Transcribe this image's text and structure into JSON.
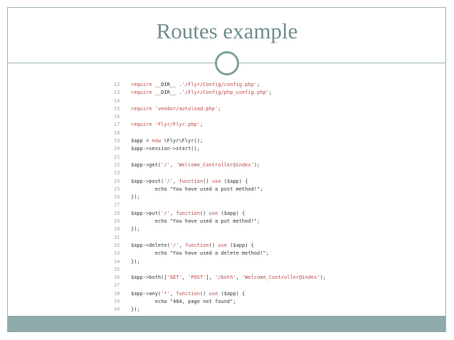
{
  "slide": {
    "title": "Routes example"
  },
  "code_lines": [
    {
      "n": "12",
      "parts": [
        [
          "kw",
          "require"
        ],
        [
          "txt",
          " __DIR__ ."
        ],
        [
          "kw",
          "'/Flyr/Config/config.php'"
        ],
        [
          "txt",
          ";"
        ]
      ]
    },
    {
      "n": "13",
      "parts": [
        [
          "kw",
          "require"
        ],
        [
          "txt",
          " __DIR__ ."
        ],
        [
          "kw",
          "'/Flyr/Config/php_config.php'"
        ],
        [
          "txt",
          ";"
        ]
      ]
    },
    {
      "n": "14",
      "parts": []
    },
    {
      "n": "15",
      "parts": [
        [
          "kw",
          "require"
        ],
        [
          "txt",
          " "
        ],
        [
          "kw",
          "'vendor/autoload.php'"
        ],
        [
          "txt",
          ";"
        ]
      ]
    },
    {
      "n": "16",
      "parts": []
    },
    {
      "n": "17",
      "parts": [
        [
          "kw",
          "require"
        ],
        [
          "txt",
          " "
        ],
        [
          "kw",
          "'Flyr/Flyr.php'"
        ],
        [
          "txt",
          ";"
        ]
      ]
    },
    {
      "n": "18",
      "parts": []
    },
    {
      "n": "19",
      "parts": [
        [
          "txt",
          "$app = "
        ],
        [
          "kw",
          "new"
        ],
        [
          "txt",
          " \\Flyr\\Flyr();"
        ]
      ]
    },
    {
      "n": "20",
      "parts": [
        [
          "txt",
          "$app->session->start();"
        ]
      ]
    },
    {
      "n": "21",
      "parts": []
    },
    {
      "n": "22",
      "parts": [
        [
          "txt",
          "$app->get("
        ],
        [
          "kw",
          "'/'"
        ],
        [
          "txt",
          ", "
        ],
        [
          "kw",
          "'Welcome_Controller@index'"
        ],
        [
          "txt",
          ");"
        ]
      ]
    },
    {
      "n": "23",
      "parts": []
    },
    {
      "n": "24",
      "parts": [
        [
          "txt",
          "$app->post("
        ],
        [
          "kw",
          "'/'"
        ],
        [
          "txt",
          ", "
        ],
        [
          "kw",
          "function"
        ],
        [
          "txt",
          "() "
        ],
        [
          "kw",
          "use"
        ],
        [
          "txt",
          " ($app) {"
        ]
      ]
    },
    {
      "n": "25",
      "parts": [
        [
          "txt",
          "        echo \"You have used a post method!\";"
        ]
      ]
    },
    {
      "n": "26",
      "parts": [
        [
          "txt",
          "});"
        ]
      ]
    },
    {
      "n": "27",
      "parts": []
    },
    {
      "n": "28",
      "parts": [
        [
          "txt",
          "$app->put("
        ],
        [
          "kw",
          "'/'"
        ],
        [
          "txt",
          ", "
        ],
        [
          "kw",
          "function"
        ],
        [
          "txt",
          "() "
        ],
        [
          "kw",
          "use"
        ],
        [
          "txt",
          " ($app) {"
        ]
      ]
    },
    {
      "n": "29",
      "parts": [
        [
          "txt",
          "        echo \"You have used a put method!\";"
        ]
      ]
    },
    {
      "n": "30",
      "parts": [
        [
          "txt",
          "});"
        ]
      ]
    },
    {
      "n": "31",
      "parts": []
    },
    {
      "n": "32",
      "parts": [
        [
          "txt",
          "$app->delete("
        ],
        [
          "kw",
          "'/'"
        ],
        [
          "txt",
          ", "
        ],
        [
          "kw",
          "function"
        ],
        [
          "txt",
          "() "
        ],
        [
          "kw",
          "use"
        ],
        [
          "txt",
          " ($app) {"
        ]
      ]
    },
    {
      "n": "33",
      "parts": [
        [
          "txt",
          "        echo \"You have used a delete method!\";"
        ]
      ]
    },
    {
      "n": "34",
      "parts": [
        [
          "txt",
          "});"
        ]
      ]
    },
    {
      "n": "35",
      "parts": []
    },
    {
      "n": "36",
      "parts": [
        [
          "txt",
          "$app->both(["
        ],
        [
          "kw",
          "'GET'"
        ],
        [
          "txt",
          ", "
        ],
        [
          "kw",
          "'POST'"
        ],
        [
          "txt",
          "], "
        ],
        [
          "kw",
          "'/both'"
        ],
        [
          "txt",
          ", "
        ],
        [
          "kw",
          "'Welcome_Controller@index'"
        ],
        [
          "txt",
          ");"
        ]
      ]
    },
    {
      "n": "37",
      "parts": []
    },
    {
      "n": "38",
      "parts": [
        [
          "txt",
          "$app->any("
        ],
        [
          "kw",
          "'*'"
        ],
        [
          "txt",
          ", "
        ],
        [
          "kw",
          "function"
        ],
        [
          "txt",
          "() "
        ],
        [
          "kw",
          "use"
        ],
        [
          "txt",
          " ($app) {"
        ]
      ]
    },
    {
      "n": "39",
      "parts": [
        [
          "txt",
          "        echo \"404, page not found\";"
        ]
      ]
    },
    {
      "n": "40",
      "parts": [
        [
          "txt",
          "});"
        ]
      ]
    }
  ]
}
